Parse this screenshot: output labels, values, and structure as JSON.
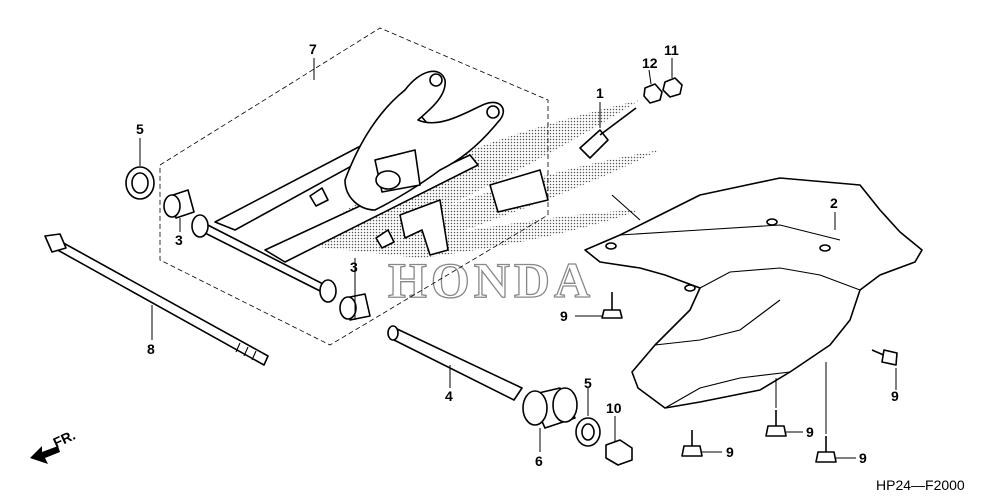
{
  "diagram": {
    "callouts": {
      "c1": "1",
      "c2": "2",
      "c3a": "3",
      "c3b": "3",
      "c4": "4",
      "c5a": "5",
      "c5b": "5",
      "c6": "6",
      "c7": "7",
      "c8": "8",
      "c9a": "9",
      "c9b": "9",
      "c9c": "9",
      "c9d": "9",
      "c9e": "9",
      "c10": "10",
      "c11": "11",
      "c12": "12"
    },
    "diagram_code": "HP24—F2000",
    "direction_marker": "FR.",
    "watermark": "HONDA"
  }
}
